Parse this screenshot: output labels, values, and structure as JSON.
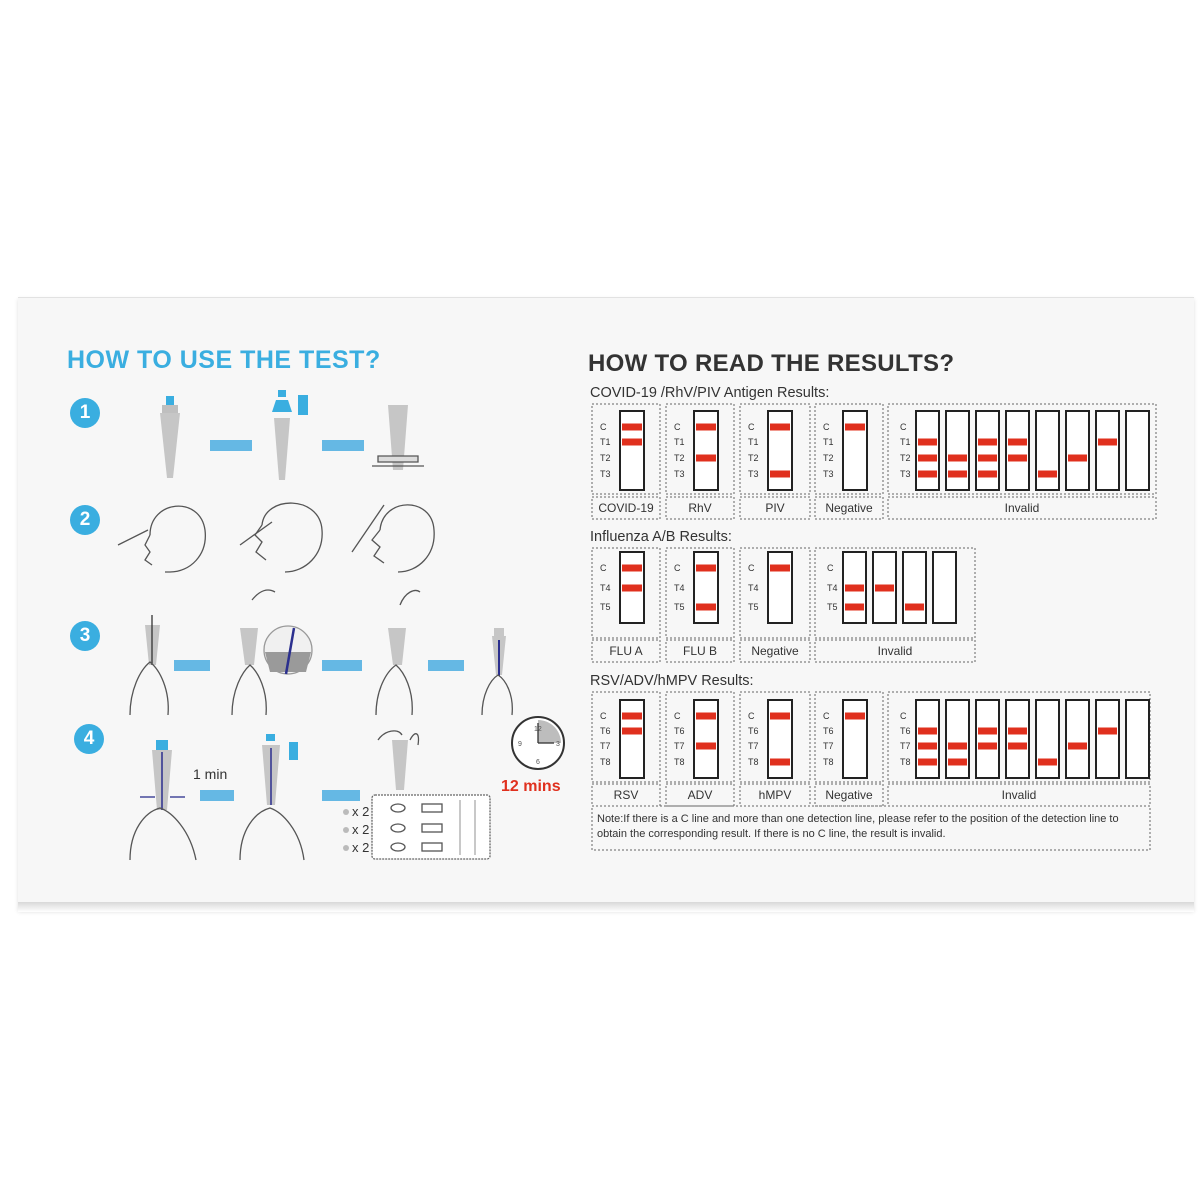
{
  "left": {
    "title": "HOW TO USE THE TEST?",
    "steps": [
      "1",
      "2",
      "3",
      "4"
    ],
    "wait_label": "1 min",
    "timer_label": "12 mins",
    "clock_numbers": [
      "12",
      "3",
      "6",
      "9"
    ],
    "drop_labels": [
      "x 2",
      "x 2",
      "x 2"
    ]
  },
  "right": {
    "title": "HOW TO READ THE RESULTS?",
    "sections": [
      {
        "title": "COVID-19 /RhV/PIV Antigen Results:",
        "lines": [
          "C",
          "T1",
          "T2",
          "T3"
        ],
        "results": [
          "COVID-19",
          "RhV",
          "PIV",
          "Negative"
        ],
        "invalid_label": "Invalid"
      },
      {
        "title": "Influenza A/B Results:",
        "lines": [
          "C",
          "T4",
          "T5"
        ],
        "results": [
          "FLU A",
          "FLU B",
          "Negative"
        ],
        "invalid_label": "Invalid"
      },
      {
        "title": "RSV/ADV/hMPV Results:",
        "lines": [
          "C",
          "T6",
          "T7",
          "T8"
        ],
        "results": [
          "RSV",
          "ADV",
          "hMPV",
          "Negative"
        ],
        "invalid_label": "Invalid"
      }
    ],
    "note": "Note:If there is a C line and more than one detection line, please refer to the position of the detection line to obtain the corresponding result. If there is no C line, the result is invalid."
  },
  "colors": {
    "accent_blue": "#3aaee0",
    "line_red": "#e0301e",
    "text_dark": "#333333"
  }
}
